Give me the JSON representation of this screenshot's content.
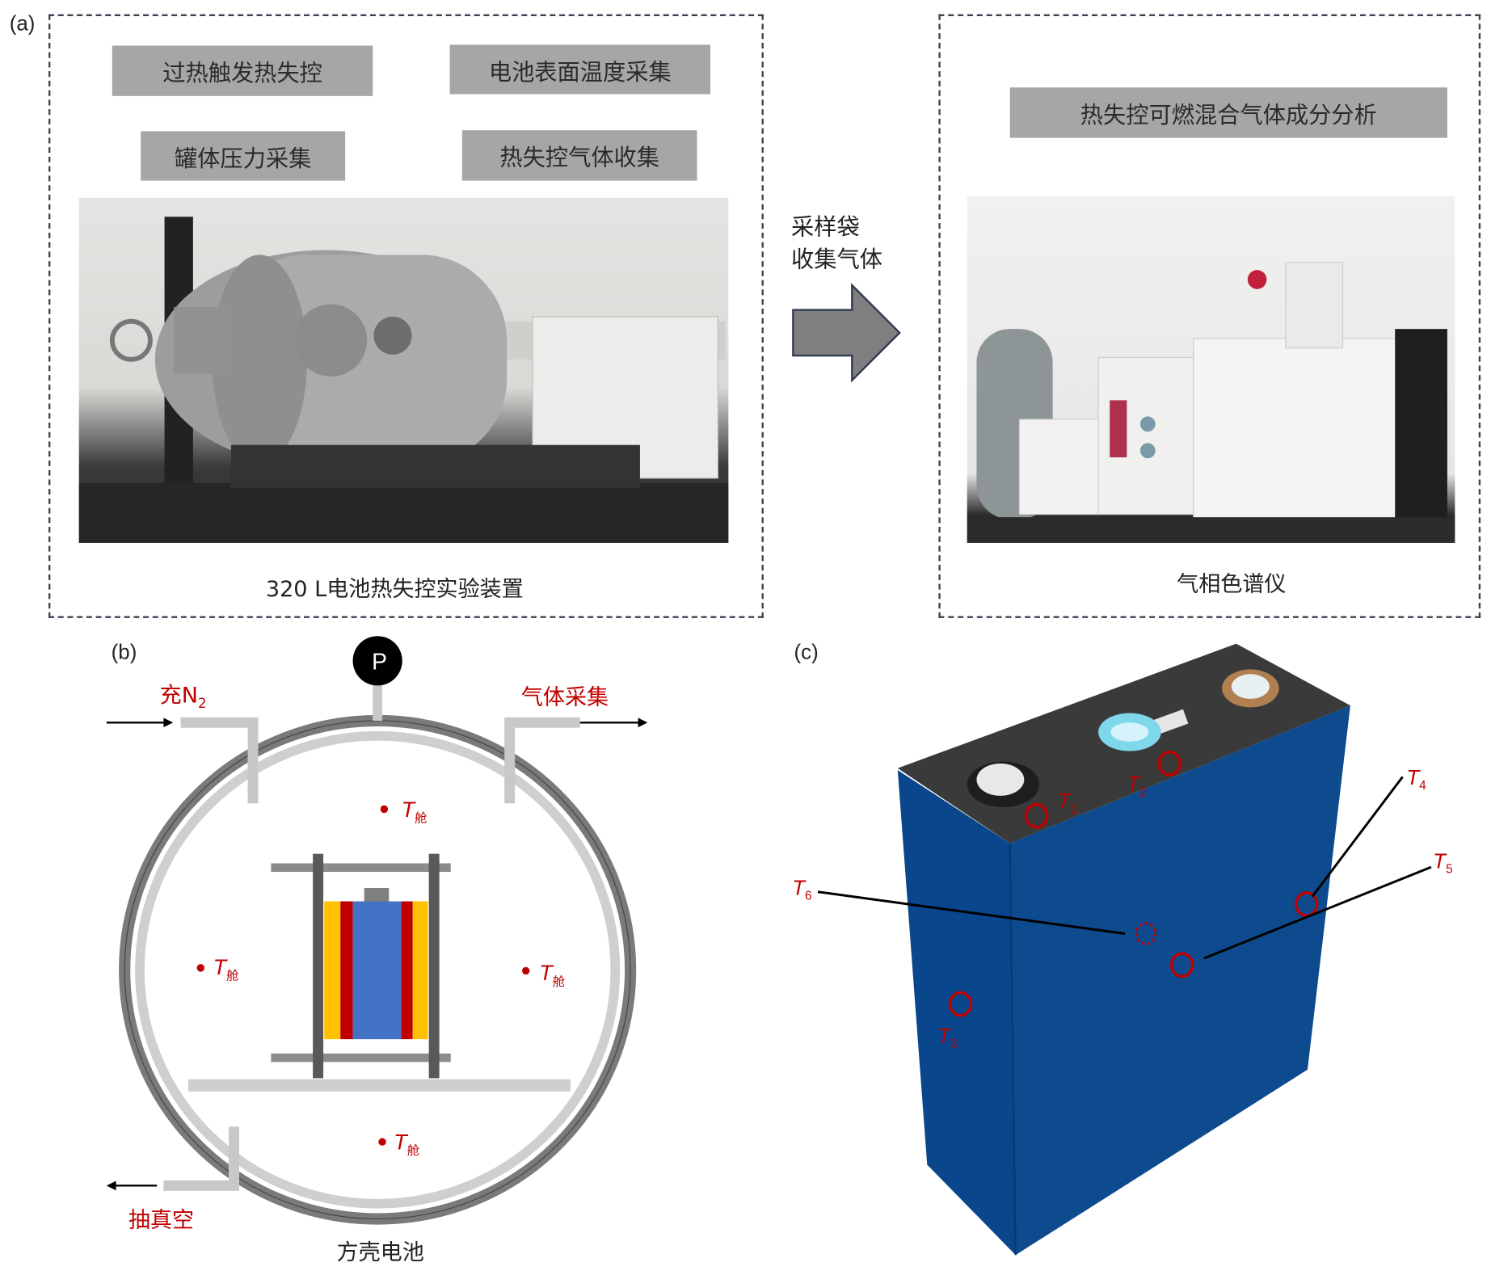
{
  "panel_a": {
    "label": "(a)",
    "left_box": {
      "tags": [
        "过热触发热失控",
        "电池表面温度采集",
        "罐体压力采集",
        "热失控气体收集"
      ],
      "caption": "320 L电池热失控实验装置"
    },
    "transfer": {
      "line1": "采样袋",
      "line2": "收集气体"
    },
    "right_box": {
      "tag": "热失控可燃混合气体成分分析",
      "caption": "气相色谱仪"
    }
  },
  "panel_b": {
    "label": "(b)",
    "pressure": "P",
    "inlet": {
      "text": "充N",
      "sub": "2"
    },
    "outlet": "气体采集",
    "vacuum": "抽真空",
    "caption": "方壳电池",
    "temp_label": {
      "main": "T",
      "sub": "舱"
    }
  },
  "panel_c": {
    "label": "(c)",
    "sensors": [
      {
        "main": "T",
        "sub": "1"
      },
      {
        "main": "T",
        "sub": "2"
      },
      {
        "main": "T",
        "sub": "3"
      },
      {
        "main": "T",
        "sub": "4"
      },
      {
        "main": "T",
        "sub": "5"
      },
      {
        "main": "T",
        "sub": "6"
      }
    ]
  },
  "colors": {
    "accent_red": "#c00000",
    "battery_blue": "#0b4a8f",
    "tag_gray": "#a6a6a6"
  }
}
